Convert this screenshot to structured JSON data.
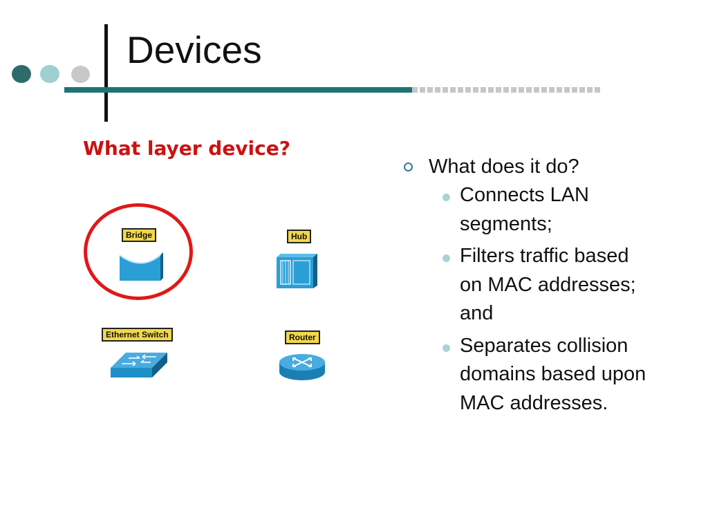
{
  "slide": {
    "title": "Devices",
    "question": "What layer device?",
    "devices": {
      "bridge": "Bridge",
      "hub": "Hub",
      "switch": "Ethernet Switch",
      "router": "Router"
    },
    "bullet": "What does it do?",
    "sub_bullets": [
      "Connects LAN segments;",
      "Filters traffic based on MAC addresses; and",
      "Separates collision domains based upon MAC addresses."
    ]
  },
  "colors": {
    "accent_teal": "#1f7373",
    "question_red": "#cc1111",
    "ring_red": "#e01818",
    "device_blue": "#1f8fc8",
    "label_yellow": "#f2d84a"
  },
  "icons": [
    "circle-dot-icon",
    "bridge-icon",
    "hub-icon",
    "switch-icon",
    "router-icon"
  ]
}
